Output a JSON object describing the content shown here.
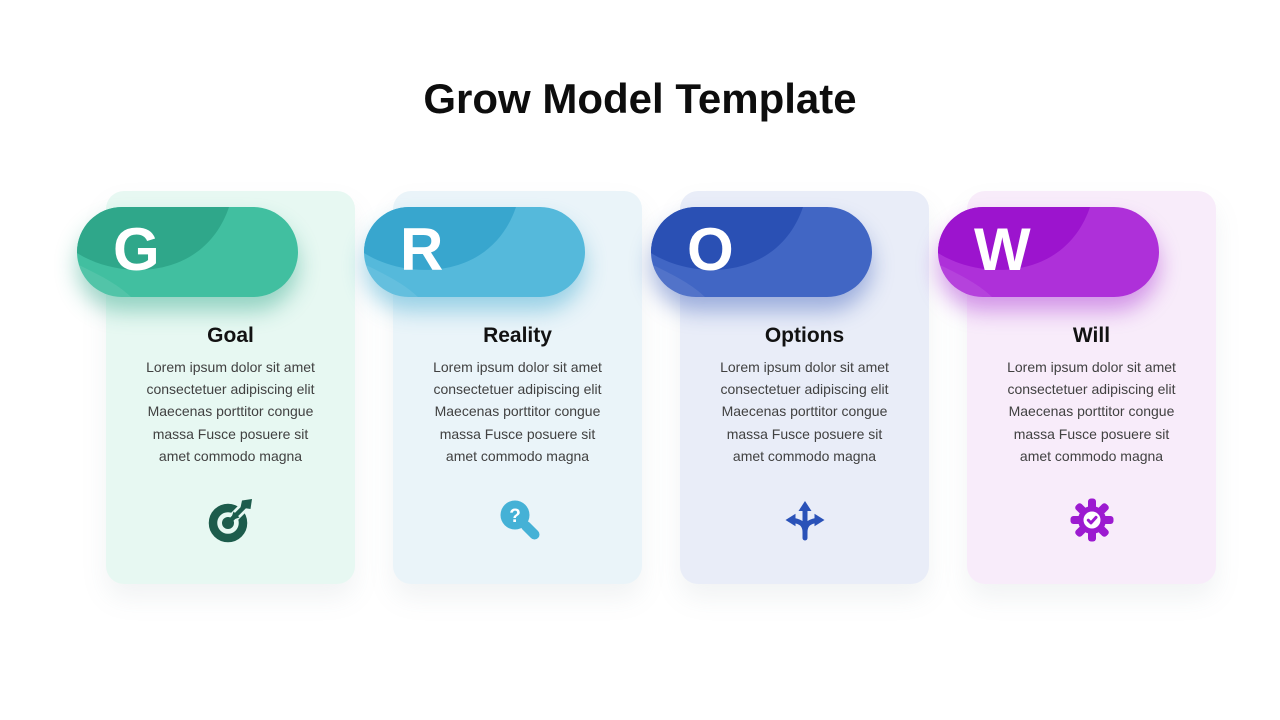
{
  "header": {
    "title": "Grow Model Template"
  },
  "cards": [
    {
      "letter": "G",
      "title": "Goal",
      "body": "Lorem ipsum dolor sit amet\nconsectetuer adipiscing elit\nMaecenas porttitor congue\nmassa Fusce posuere sit\namet commodo magna",
      "icon": "target-dart-icon",
      "colors": {
        "pill_dark": "#2fa78a",
        "pill_light": "#41bfa0",
        "pill_shadow": "rgba(47,167,138,0.45)",
        "card_bg": "#e7f8f2",
        "icon": "#1d5c4c"
      }
    },
    {
      "letter": "R",
      "title": "Reality",
      "body": "Lorem ipsum dolor sit amet\nconsectetuer adipiscing elit\nMaecenas porttitor congue\nmassa Fusce posuere sit\namet commodo magna",
      "icon": "search-question-icon",
      "colors": {
        "pill_dark": "#38a6ce",
        "pill_light": "#55b9db",
        "pill_shadow": "rgba(56,166,206,0.45)",
        "card_bg": "#eaf4f9",
        "icon": "#45b1d6"
      }
    },
    {
      "letter": "O",
      "title": "Options",
      "body": "Lorem ipsum dolor sit amet\nconsectetuer adipiscing elit\nMaecenas porttitor congue\nmassa Fusce posuere sit\namet commodo magna",
      "icon": "three-way-arrows-icon",
      "colors": {
        "pill_dark": "#2a50b4",
        "pill_light": "#4166c4",
        "pill_shadow": "rgba(42,80,180,0.40)",
        "card_bg": "#e9edf8",
        "icon": "#2a52b8"
      }
    },
    {
      "letter": "W",
      "title": "Will",
      "body": "Lorem ipsum dolor sit amet\nconsectetuer adipiscing elit\nMaecenas porttitor congue\nmassa Fusce posuere sit\namet commodo magna",
      "icon": "gear-check-icon",
      "colors": {
        "pill_dark": "#9c14ce",
        "pill_light": "#ae30d9",
        "pill_shadow": "rgba(156,20,206,0.40)",
        "card_bg": "#f8ecfa",
        "icon": "#9c1ad0"
      }
    }
  ]
}
